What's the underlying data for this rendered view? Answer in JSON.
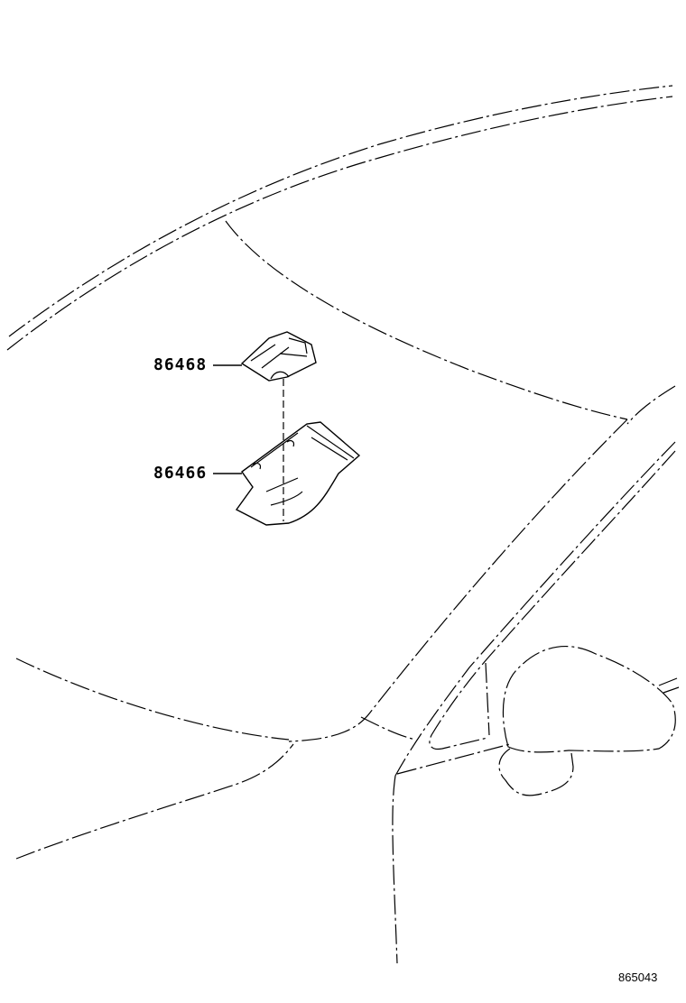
{
  "diagram": {
    "title": "",
    "parts": [
      {
        "part_number": "86468",
        "description_icon": "camera-bracket-cover-icon"
      },
      {
        "part_number": "86466",
        "description_icon": "camera-cover-icon"
      }
    ],
    "illustration_code": "865043"
  }
}
